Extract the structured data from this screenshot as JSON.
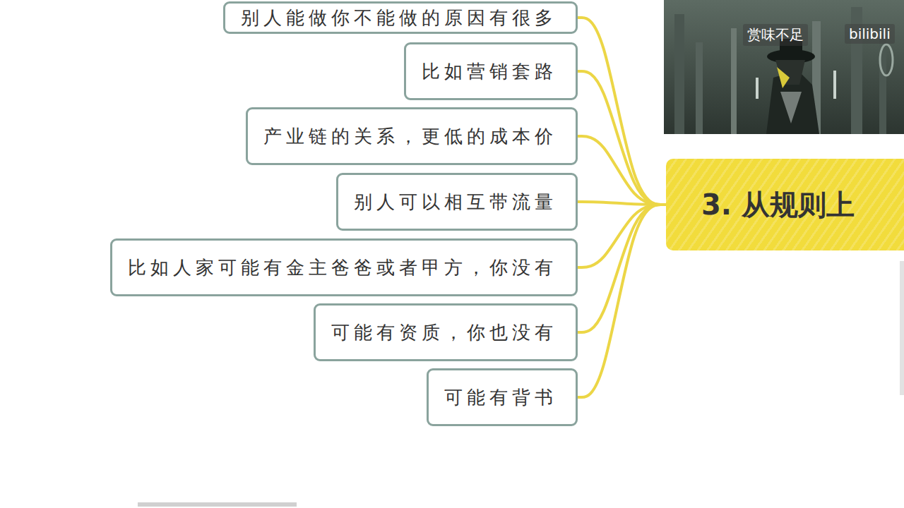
{
  "diagram": {
    "nodes": [
      {
        "text": [
          "3. 从规则上"
        ]
      },
      {
        "text": [
          "别人能做你不能做的原因有很多"
        ]
      },
      {
        "text": [
          "比如营销套路"
        ]
      },
      {
        "text": [
          "产业链的关系，更低的成本价"
        ]
      },
      {
        "text": [
          "别人可以相互带流量"
        ]
      },
      {
        "text": [
          "比如人家可能有金主爸爸或者甲方，你没有"
        ]
      },
      {
        "text": [
          "可能有资质，你也没有"
        ]
      },
      {
        "text": [
          "可能有背书"
        ]
      }
    ],
    "edges": [
      {
        "from": 0,
        "to": 1,
        "arrow": "none"
      },
      {
        "from": 0,
        "to": 2,
        "arrow": "none"
      },
      {
        "from": 0,
        "to": 3,
        "arrow": "none"
      },
      {
        "from": 0,
        "to": 4,
        "arrow": "none"
      },
      {
        "from": 0,
        "to": 5,
        "arrow": "none"
      },
      {
        "from": 0,
        "to": 6,
        "arrow": "none"
      },
      {
        "from": 0,
        "to": 7,
        "arrow": "none"
      }
    ],
    "labels": [
      "赏味不足",
      "bilibili"
    ]
  }
}
